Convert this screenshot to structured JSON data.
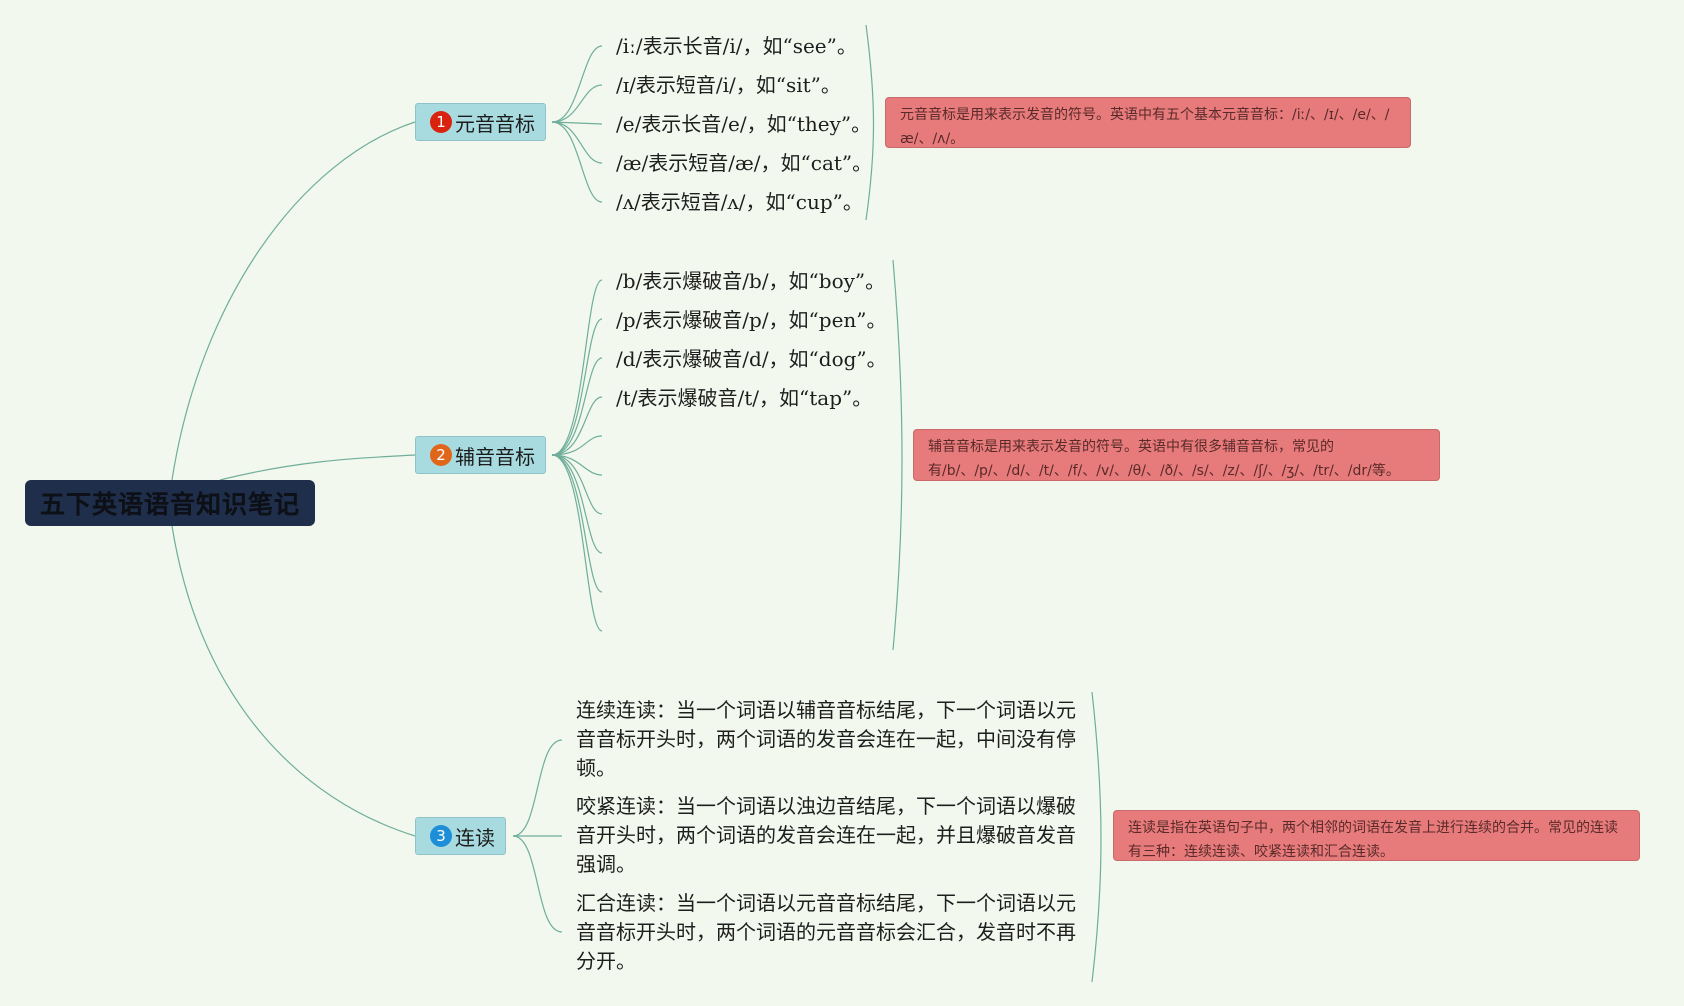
{
  "root": {
    "title": "五下英语语音知识笔记"
  },
  "branches": [
    {
      "number": "1",
      "label": "元音音标",
      "badge_color": "#d9230f",
      "items": [
        "/iː/表示长音/i/，如“see”。",
        "/ɪ/表示短音/i/，如“sit”。",
        "/e/表示长音/e/，如“they”。",
        "/æ/表示短音/æ/，如“cat”。",
        "/ʌ/表示短音/ʌ/，如“cup”。"
      ],
      "note": "元音音标是用来表示发音的符号。英语中有五个基本元音音标：/iː/、/ɪ/、/e/、/æ/、/ʌ/。"
    },
    {
      "number": "2",
      "label": "辅音音标",
      "badge_color": "#e0661b",
      "items": [
        "/b/表示爆破音/b/，如“boy”。",
        "/p/表示爆破音/p/，如“pen”。",
        "/d/表示爆破音/d/，如“dog”。",
        "/t/表示爆破音/t/，如“tap”。",
        "",
        "",
        "",
        "",
        "",
        ""
      ],
      "note": "辅音音标是用来表示发音的符号。英语中有很多辅音音标，常见的有/b/、/p/、/d/、/t/、/f/、/v/、/θ/、/ð/、/s/、/z/、/ʃ/、/ʒ/、/tr/、/dr/等。"
    },
    {
      "number": "3",
      "label": "连读",
      "badge_color": "#1e8fd6",
      "items": [
        "连续连读：当一个词语以辅音音标结尾，下一个词语以元音音标开头时，两个词语的发音会连在一起，中间没有停顿。",
        "咬紧连读：当一个词语以浊边音结尾，下一个词语以爆破音开头时，两个词语的发音会连在一起，并且爆破音发音强调。",
        "汇合连读：当一个词语以元音音标结尾，下一个词语以元音音标开头时，两个词语的元音音标会汇合，发音时不再分开。"
      ],
      "note": "连读是指在英语句子中，两个相邻的词语在发音上进行连续的合并。常见的连读有三种：连续连读、咬紧连读和汇合连读。"
    }
  ],
  "colors": {
    "background": "#f2f8ee",
    "connector": "#6fae9a",
    "branch_fill": "#a8dbe0",
    "note_fill": "#e77b7b",
    "root_fill": "#1f2e4a"
  }
}
